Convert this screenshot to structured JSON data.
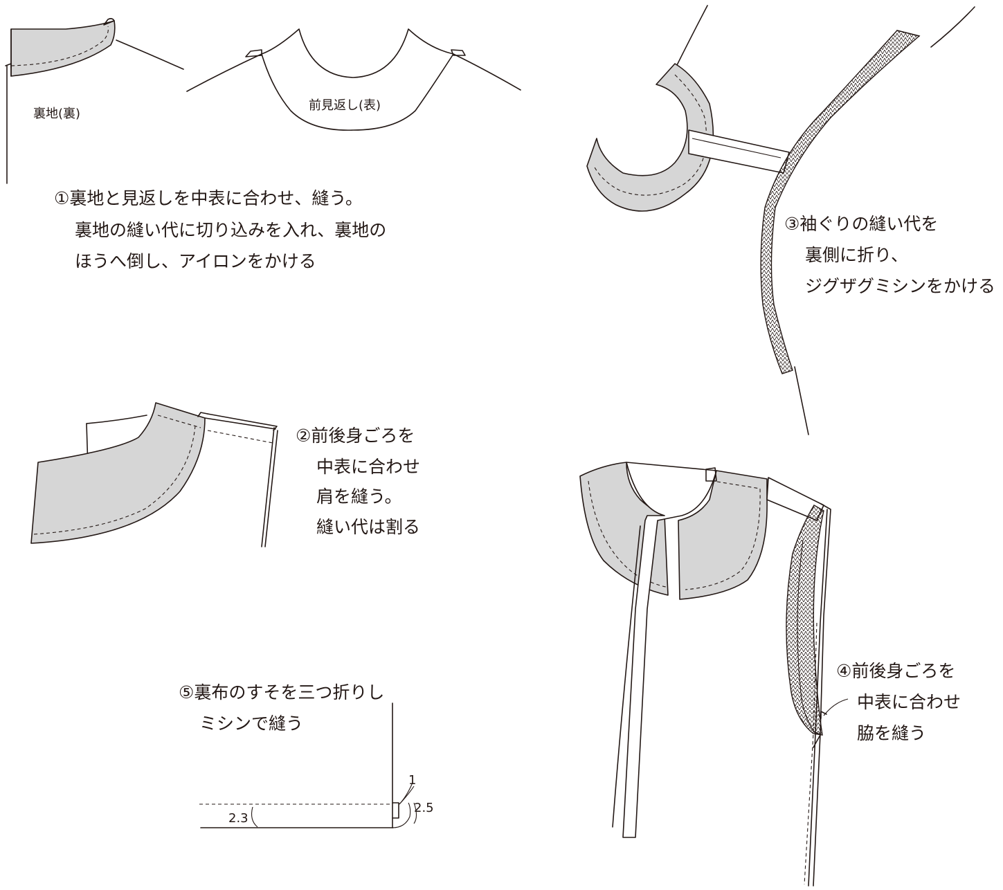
{
  "colors": {
    "ink": "#231815",
    "facing_fill": "#d6d6d6",
    "background": "#ffffff"
  },
  "step1": {
    "lining_label": "裏地(裏)",
    "facing_label": "前見返し(表)",
    "lines": [
      "①裏地と見返しを中表に合わせ、縫う。",
      "裏地の縫い代に切り込みを入れ、裏地の",
      "ほうへ倒し、アイロンをかける"
    ]
  },
  "step2": {
    "lines": [
      "②前後身ごろを",
      "中表に合わせ",
      "肩を縫う。",
      "縫い代は割る"
    ]
  },
  "step3": {
    "lines": [
      "③袖ぐりの縫い代を",
      "裏側に折り、",
      "ジグザグミシンをかける"
    ]
  },
  "step4": {
    "lines": [
      "④前後身ごろを",
      "中表に合わせ",
      "脇を縫う"
    ]
  },
  "step5": {
    "lines": [
      "⑤裏布のすそを三つ折りし",
      "ミシンで縫う"
    ],
    "dim_inner": "1",
    "dim_total": "2.5",
    "dim_stitch": "2.3"
  }
}
